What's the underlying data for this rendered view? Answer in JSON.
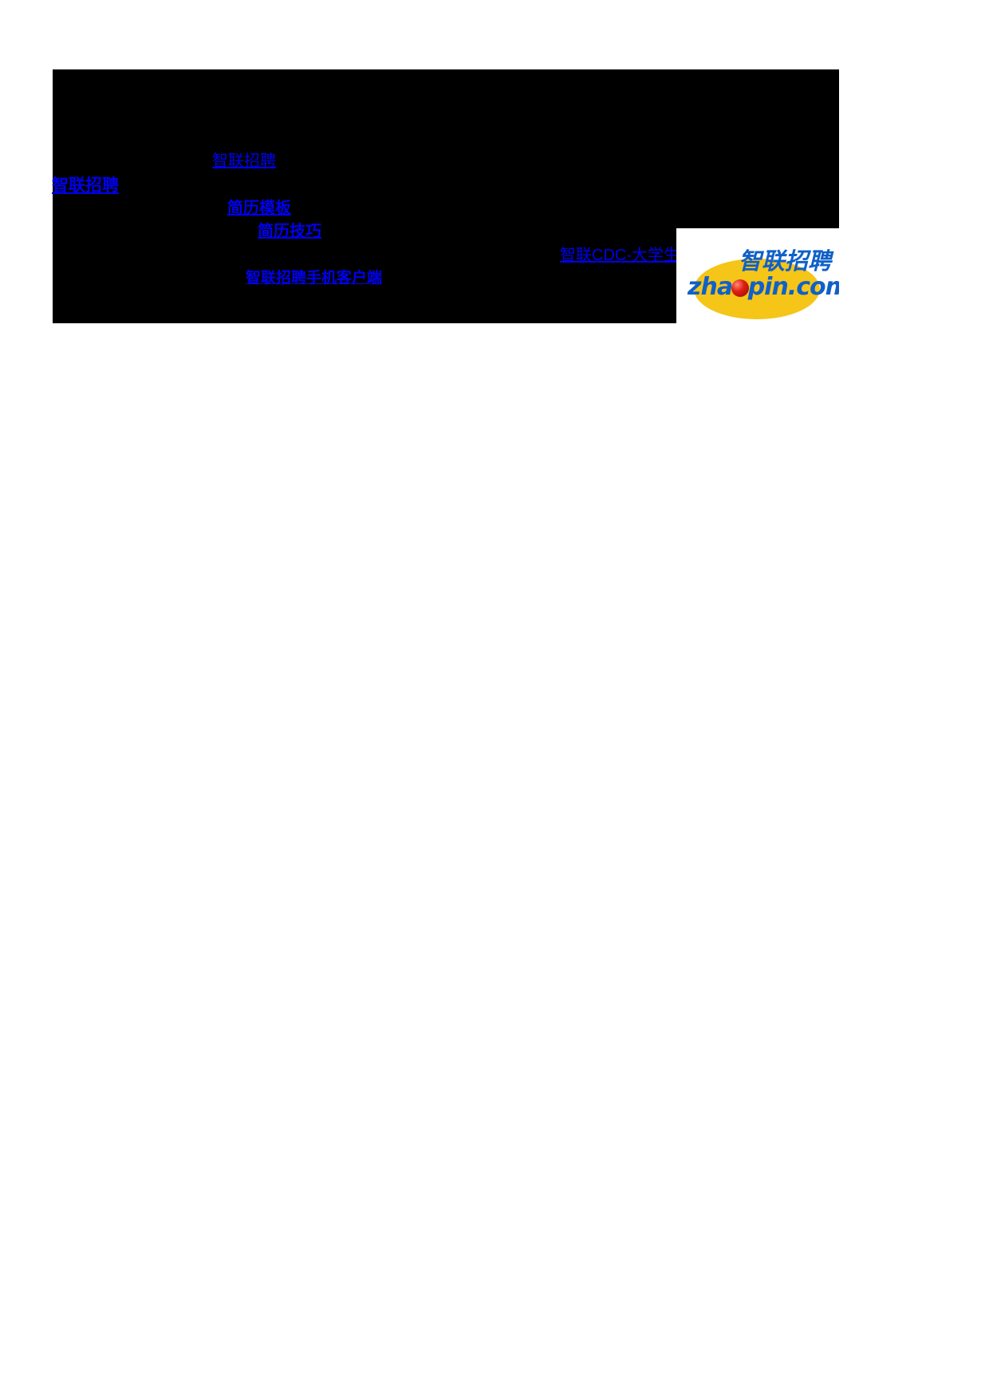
{
  "page": {
    "background_color": "#ffffff",
    "panel_color": "#000000",
    "link_color": "#0000ee"
  },
  "links": [
    {
      "id": "zhaopin_top",
      "label": "智联招聘"
    },
    {
      "id": "zhaopin_left",
      "label": "智联招聘"
    },
    {
      "id": "resume_template",
      "label": "简历模板"
    },
    {
      "id": "resume_tips",
      "label": "简历技巧"
    },
    {
      "id": "mobile_client",
      "label": "智联招聘手机客户端"
    },
    {
      "id": "cdc_center",
      "label": "智联CDC-大学生职业发展中心"
    }
  ],
  "logo": {
    "latin_wordmark": "zhaopin.com",
    "latin_part_1": "zha",
    "latin_part_2": "pin.com",
    "chinese_wordmark": "智联招聘",
    "brand_blue": "#1060c8",
    "brand_yellow": "#f5c518",
    "brand_red": "#e02010"
  }
}
